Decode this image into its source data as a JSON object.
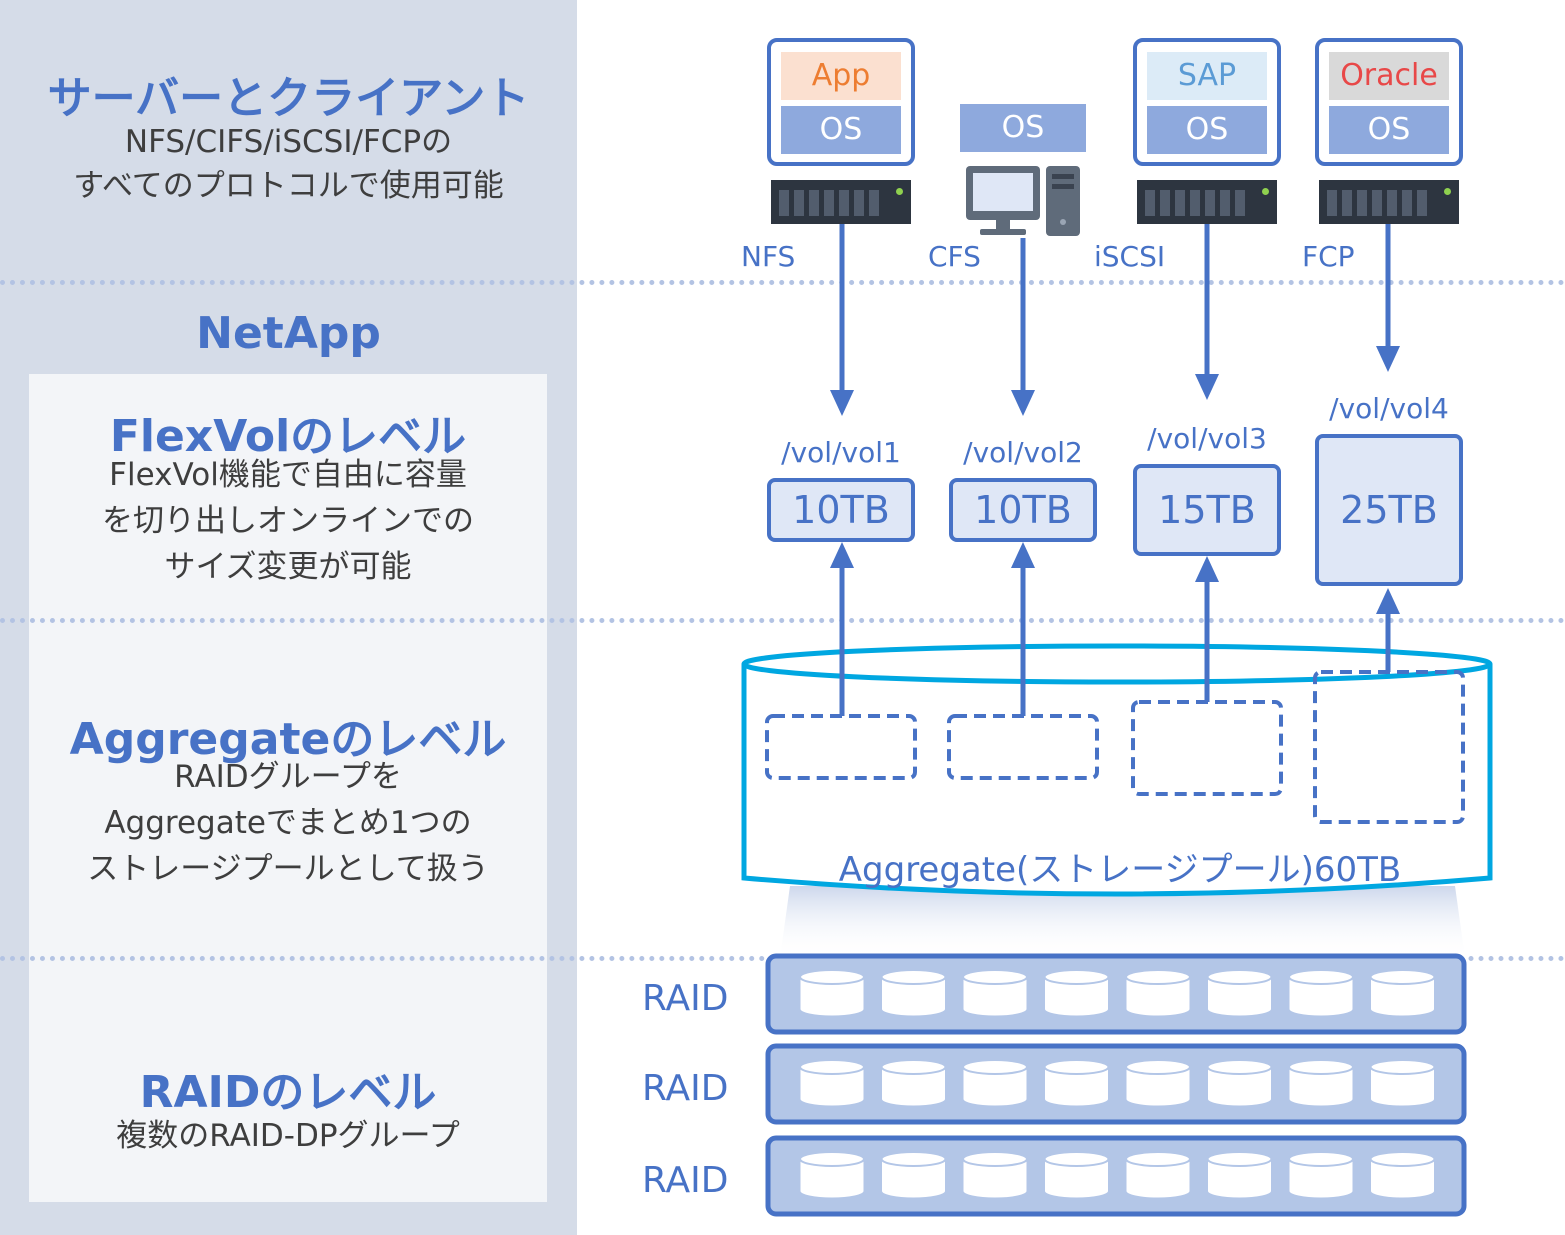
{
  "left_panel": {
    "client_title": "サーバーとクライアント",
    "client_desc": "NFS/CIFS/iSCSI/FCPの\nすべてのプロトコルで使用可能",
    "netapp_title": "NetApp",
    "flexvol_title": "FlexVolのレベル",
    "flexvol_desc": "FlexVol機能で自由に容量\nを切り出しオンラインでの\nサイズ変更が可能",
    "aggregate_title": "Aggregateのレベル",
    "aggregate_desc": "RAIDグループを\nAggregateでまとめ1つの\nストレージプールとして扱う",
    "raid_title": "RAIDのレベル",
    "raid_desc": "複数のRAID-DPグループ"
  },
  "servers": [
    {
      "app": "App",
      "app_color": "#ed7d31",
      "app_bg": "#fbe0d0",
      "os": "OS"
    },
    {
      "os": "OS"
    },
    {
      "app": "SAP",
      "app_color": "#5b9bd5",
      "app_bg": "#dcebf7",
      "os": "OS"
    },
    {
      "app": "Oracle",
      "app_color": "#e84848",
      "app_bg": "#d9d9d9",
      "os": "OS"
    }
  ],
  "protocols": [
    "NFS",
    "CFS",
    "iSCSI",
    "FCP"
  ],
  "volumes": [
    {
      "path": "/vol/vol1",
      "size": "10TB"
    },
    {
      "path": "/vol/vol2",
      "size": "10TB"
    },
    {
      "path": "/vol/vol3",
      "size": "15TB"
    },
    {
      "path": "/vol/vol4",
      "size": "25TB"
    }
  ],
  "aggregate_label": "Aggregate(ストレージプール)60TB",
  "raid_groups": [
    "RAID",
    "RAID",
    "RAID"
  ],
  "colors": {
    "accent": "#4772c6",
    "pool_outline": "#00a7e1",
    "raid_fill": "#b3c6e7"
  }
}
